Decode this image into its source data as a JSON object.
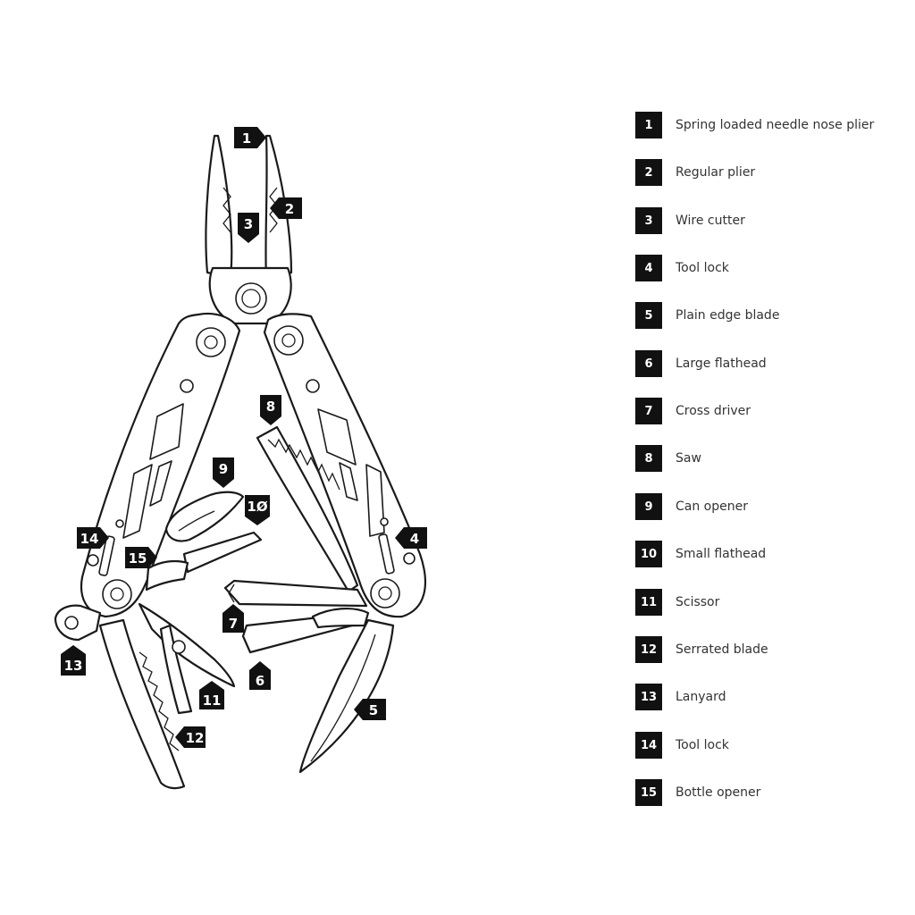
{
  "callouts": [
    {
      "number": "1",
      "label": "Spring loaded needle nose plier"
    },
    {
      "number": "2",
      "label": "Regular plier"
    },
    {
      "number": "3",
      "label": "Wire cutter"
    },
    {
      "number": "4",
      "label": "Tool lock"
    },
    {
      "number": "5",
      "label": "Plain edge blade"
    },
    {
      "number": "6",
      "label": "Large flathead"
    },
    {
      "number": "7",
      "label": "Cross driver"
    },
    {
      "number": "8",
      "label": "Saw"
    },
    {
      "number": "9",
      "label": "Can opener"
    },
    {
      "number": "10",
      "label": "Small flathead"
    },
    {
      "number": "11",
      "label": "Scissor"
    },
    {
      "number": "12",
      "label": "Serrated blade"
    },
    {
      "number": "13",
      "label": "Lanyard"
    },
    {
      "number": "14",
      "label": "Tool lock"
    },
    {
      "number": "15",
      "label": "Bottle opener"
    }
  ],
  "diagram_tags": {
    "t1": "1",
    "t2": "2",
    "t3": "3",
    "t4": "4",
    "t5": "5",
    "t6": "6",
    "t7": "7",
    "t8": "8",
    "t9": "9",
    "t10": "1Ø",
    "t11": "11",
    "t12": "12",
    "t13": "13",
    "t14": "14",
    "t15": "15"
  }
}
